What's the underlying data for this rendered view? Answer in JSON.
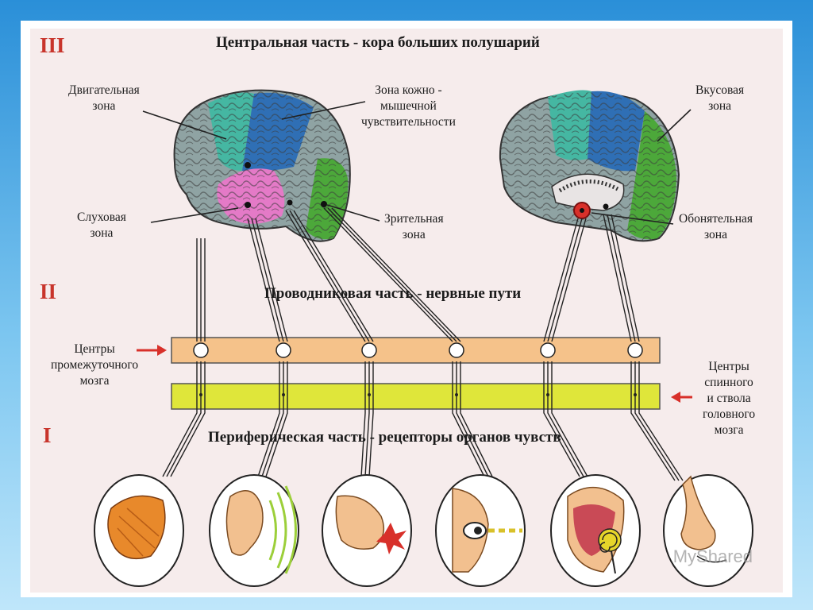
{
  "sections": {
    "III": {
      "numeral": "III",
      "title": "Центральная часть - кора больших полушарий"
    },
    "II": {
      "numeral": "II",
      "title": "Проводниковая часть - нервные пути"
    },
    "I": {
      "numeral": "I",
      "title": "Периферическая часть - рецепторы органов чувств"
    }
  },
  "labels": {
    "motor": "Двигательная\nзона",
    "skin": "Зона кожно -\nмышечной\nчувствительности",
    "taste": "Вкусовая\nзона",
    "auditory": "Слуховая\nзона",
    "visual": "Зрительная\nзона",
    "olfactory": "Обонятельная\nзона",
    "diencephalon": "Центры\nпромежуточного\nмозга",
    "spinal": "Центры\nспинного\nи ствола\nголовного\nмозга"
  },
  "receptors": [
    "muscle-icon",
    "ear-icon",
    "finger-icon",
    "eye-icon",
    "tongue-icon",
    "nose-icon"
  ],
  "watermark": "MyShared",
  "colors": {
    "motor": "#45b7a2",
    "skin": "#2f6fb5",
    "auditory": "#e47ac7",
    "visual": "#4ca83a",
    "orangeBand": "#f5c28a",
    "yellowBand": "#dfe63a",
    "red": "#d8302a"
  }
}
